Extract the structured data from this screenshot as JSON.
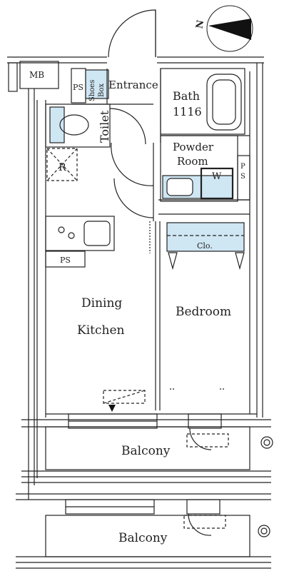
{
  "compass": {
    "north_label": "N"
  },
  "rooms": {
    "mb": "MB",
    "ps_top": "PS",
    "shoes_box_line1": "Shoes",
    "shoes_box_line2": "Box",
    "entrance": "Entrance",
    "bath_line1": "Bath",
    "bath_line2": "1116",
    "toilet": "Toilet",
    "r": "R",
    "powder_line1": "Powder",
    "powder_line2": "Room",
    "w": "W",
    "ps_right_1": "P",
    "ps_right_2": "S",
    "closet": "Clo.",
    "ps_kitchen": "PS",
    "dining_line1": "Dining",
    "dining_line2": "Kitchen",
    "bedroom": "Bedroom",
    "balcony_1": "Balcony",
    "balcony_2": "Balcony"
  },
  "colors": {
    "fixture_fill": "#cfe6f3",
    "wall": "#222222"
  }
}
